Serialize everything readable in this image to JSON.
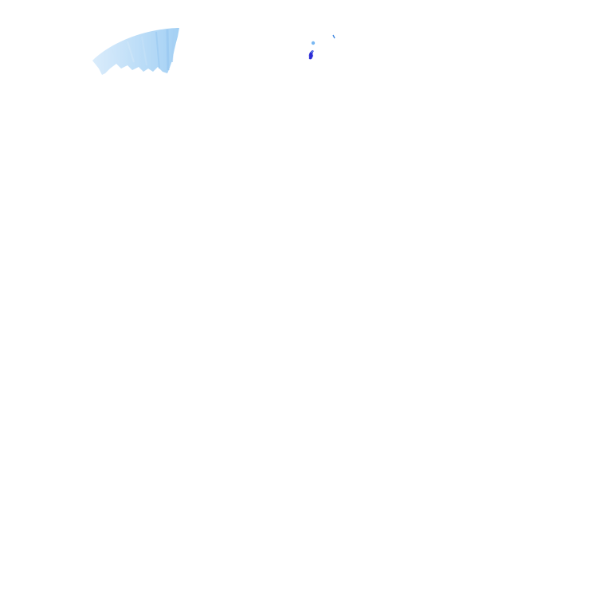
{
  "colors": {
    "background": "#ffffff",
    "light_precip": "#a9d4f5",
    "light_precip_edge": "#cfe6fa",
    "medium_precip": "#6aaef0",
    "heavy_precip": "#2a2ad8",
    "moderate_precip": "#5a9be8"
  },
  "layers": [
    {
      "name": "precip-band-northwest",
      "intensity": "light"
    },
    {
      "name": "precip-speck-north-1",
      "intensity": "medium"
    },
    {
      "name": "precip-cell-north",
      "intensity": "heavy"
    },
    {
      "name": "precip-speck-north-2",
      "intensity": "moderate"
    }
  ]
}
